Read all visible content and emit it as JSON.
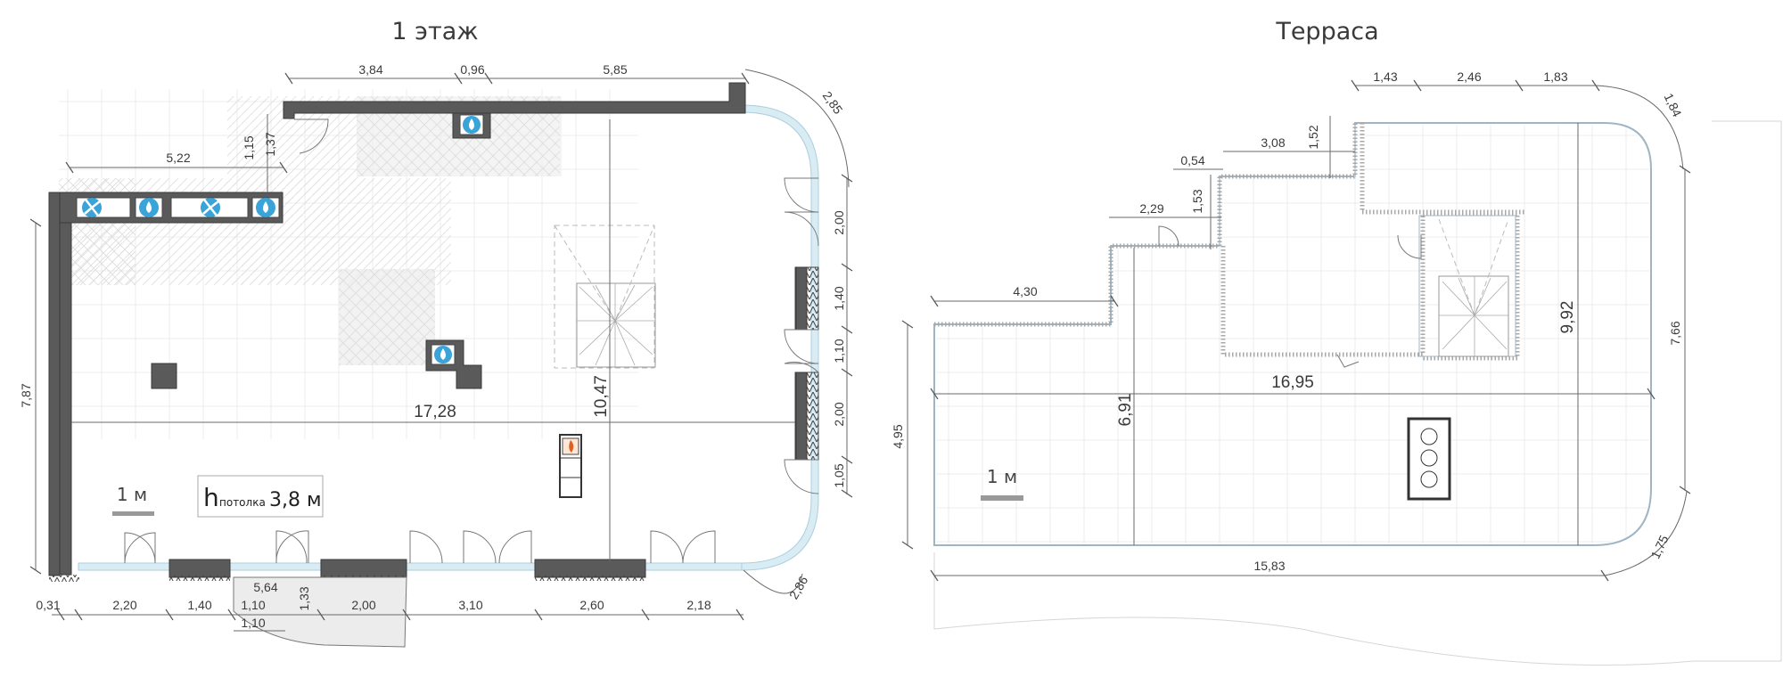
{
  "floor1": {
    "title": "1 этаж",
    "ceiling_prefix": "h",
    "ceiling_label": "потолка",
    "ceiling_value": "3,8 м",
    "scale_label": "1 м",
    "dims": {
      "top_a": "3,84",
      "top_b": "0,96",
      "top_c": "5,85",
      "corner_arc": "2,85",
      "wall_115": "1,15",
      "wall_137": "1,37",
      "upper_left": "5,22",
      "left_height": "7,87",
      "inner_width": "17,28",
      "inner_height": "10,47",
      "right_a": "2,00",
      "right_b": "1,40",
      "right_c": "1,10",
      "right_d": "2,00",
      "right_e": "1,05",
      "bot_a": "0,31",
      "bot_b": "2,20",
      "bot_c": "1,40",
      "bot_d": "1,10",
      "bot_e": "2,00",
      "bot_f": "3,10",
      "bot_g": "2,60",
      "bot_h": "2,18",
      "bot_arc": "2,86",
      "porch_w": "5,64",
      "porch_h": "1,33",
      "porch_b": "1,10"
    }
  },
  "terrace": {
    "title": "Терраса",
    "scale_label": "1 м",
    "dims": {
      "top_a": "1,43",
      "top_b": "2,46",
      "top_c": "1,83",
      "arc_top": "1,84",
      "step_308": "3,08",
      "step_152": "1,52",
      "step_054": "0,54",
      "step_229": "2,29",
      "step_153": "1,53",
      "step_430": "4,30",
      "width": "16,95",
      "height_692": "6,91",
      "height_992": "9,92",
      "left_495": "4,95",
      "right_766": "7,66",
      "bottom": "15,83",
      "arc_bottom": "1,75"
    }
  }
}
